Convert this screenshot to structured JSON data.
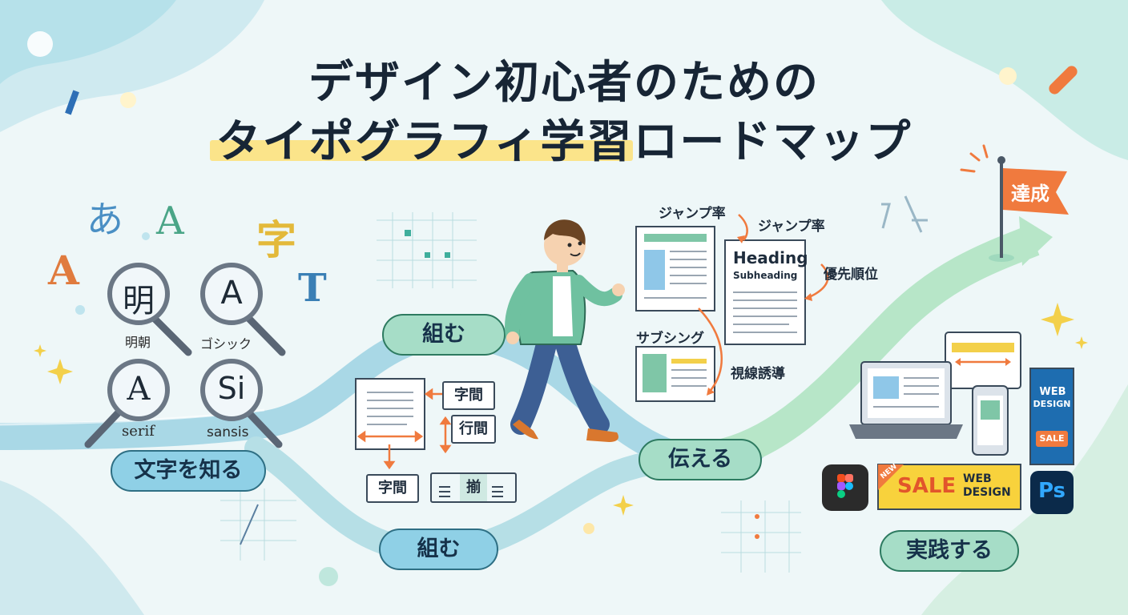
{
  "title": {
    "line1": "デザイン初心者のための",
    "line2": "タイポグラフィ学習ロードマップ"
  },
  "colors": {
    "path_blue": "#a9d8e6",
    "path_green": "#b7e6c8",
    "accent_orange": "#f07a3e",
    "highlight_yellow": "#fbe48a"
  },
  "stages": {
    "know": "文字を知る",
    "compose_top": "組む",
    "compose_bottom": "組む",
    "convey": "伝える",
    "practice": "実践する"
  },
  "lenses": [
    {
      "glyph": "明",
      "label": "明朝"
    },
    {
      "glyph": "A",
      "label": "ゴシック"
    },
    {
      "glyph": "A",
      "label": "serif"
    },
    {
      "glyph": "Si",
      "label": "sansis"
    }
  ],
  "decor_glyphs": [
    "あ",
    "A",
    "字",
    "A",
    "T"
  ],
  "compose_boxes": {
    "kerning_1": "字間",
    "leading": "行間",
    "kerning_2": "字間",
    "align": "揃"
  },
  "convey_labels": {
    "jump_rate_1": "ジャンプ率",
    "jump_rate_2": "ジャンプ率",
    "heading": "Heading",
    "subheading": "Subheading",
    "priority": "優先順位",
    "subsinking": "サブシング",
    "eye_guidance": "視線誘導"
  },
  "goal": {
    "flag_text": "達成"
  },
  "practice": {
    "banner_web": "WEB",
    "banner_design": "DESIGN",
    "banner_sale": "SALE",
    "wide_new": "NEW",
    "wide_sale": "SALE",
    "wide_web": "WEB",
    "wide_design": "DESIGN",
    "ps_label": "Ps"
  }
}
